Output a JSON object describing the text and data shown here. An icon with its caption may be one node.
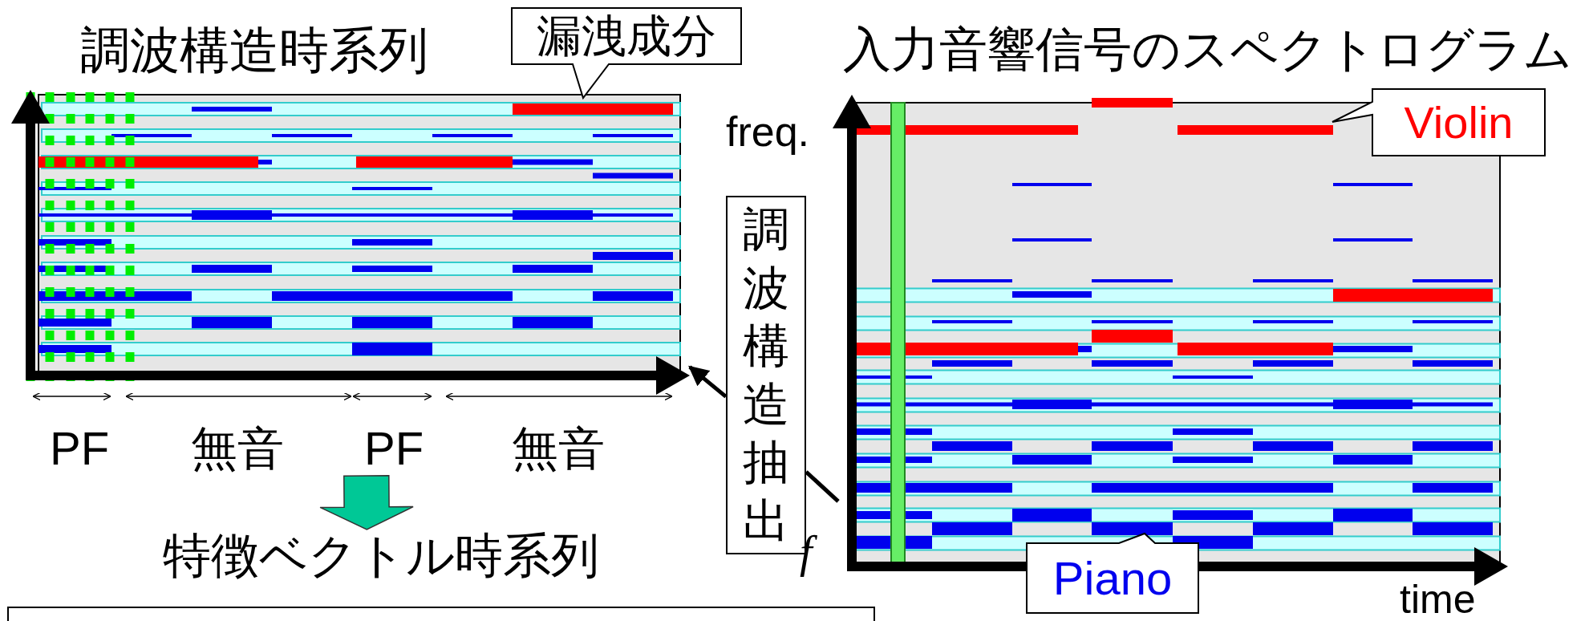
{
  "diagram": {
    "nodes": [
      {
        "text": [
          "調波構造時系列"
        ]
      },
      {
        "text": [
          "漏洩成分"
        ]
      },
      {
        "text": [
          "入力音響信号のスペクトログラム"
        ]
      },
      {
        "text": [
          "Violin"
        ]
      },
      {
        "text": [
          "調波構造抽出"
        ]
      },
      {
        "text": [
          "特徴ベクトル時系列"
        ]
      },
      {
        "text": [
          "Piano"
        ]
      }
    ],
    "edges": [
      {
        "from": 0,
        "to": 5,
        "arrow": "to",
        "style": "thick",
        "color": "#00c896"
      },
      {
        "from": 2,
        "to": 4,
        "arrow": "none"
      },
      {
        "from": 4,
        "to": 0,
        "arrow": "to"
      }
    ],
    "labels": [
      "freq.",
      "PF",
      "無音",
      "PF",
      "無音",
      "f",
      "time"
    ]
  }
}
